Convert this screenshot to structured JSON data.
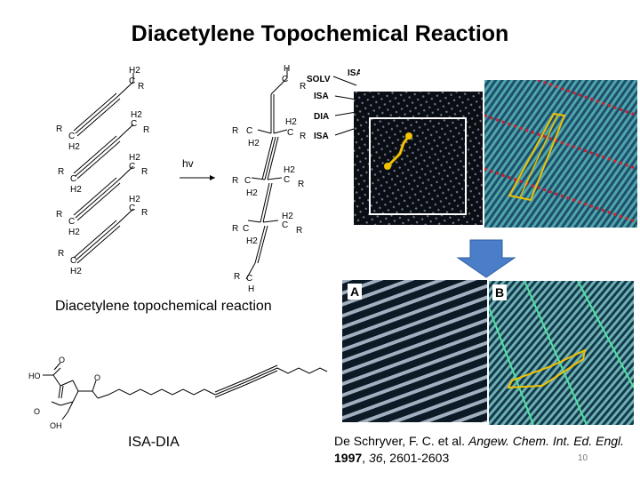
{
  "title": "Diacetylene Topochemical Reaction",
  "captions": {
    "reaction": "Diacetylene topochemical reaction",
    "molecule": "ISA-DIA"
  },
  "citation": {
    "authors": "De Schryver, F. C. et al. ",
    "journal": "Angew. Chem. Int. Ed. Engl.",
    "year": "1997",
    "volume": "36",
    "pages": ", 2601-2603"
  },
  "page_number": "10",
  "scheme": {
    "arrow_label": "hv",
    "R": "R",
    "C": "C",
    "H2": "H2",
    "H": "H"
  },
  "stm_labels": {
    "solv": "SOLV",
    "isa_1": "ISA",
    "isa_2": "ISA",
    "dia": "DIA",
    "isa_3": "ISA",
    "panel_a": "A",
    "panel_b": "B"
  },
  "molecule_atoms": {
    "ho": "HO",
    "o1": "O",
    "o2": "O",
    "o3": "O",
    "oh": "OH"
  },
  "colors": {
    "arrow_blue": "#4a7ec9",
    "stm_blue": "#1e4f6e",
    "stm_dark": "#0c1a26",
    "highlight": "#f2c100",
    "hatch_red": "#d02030"
  }
}
